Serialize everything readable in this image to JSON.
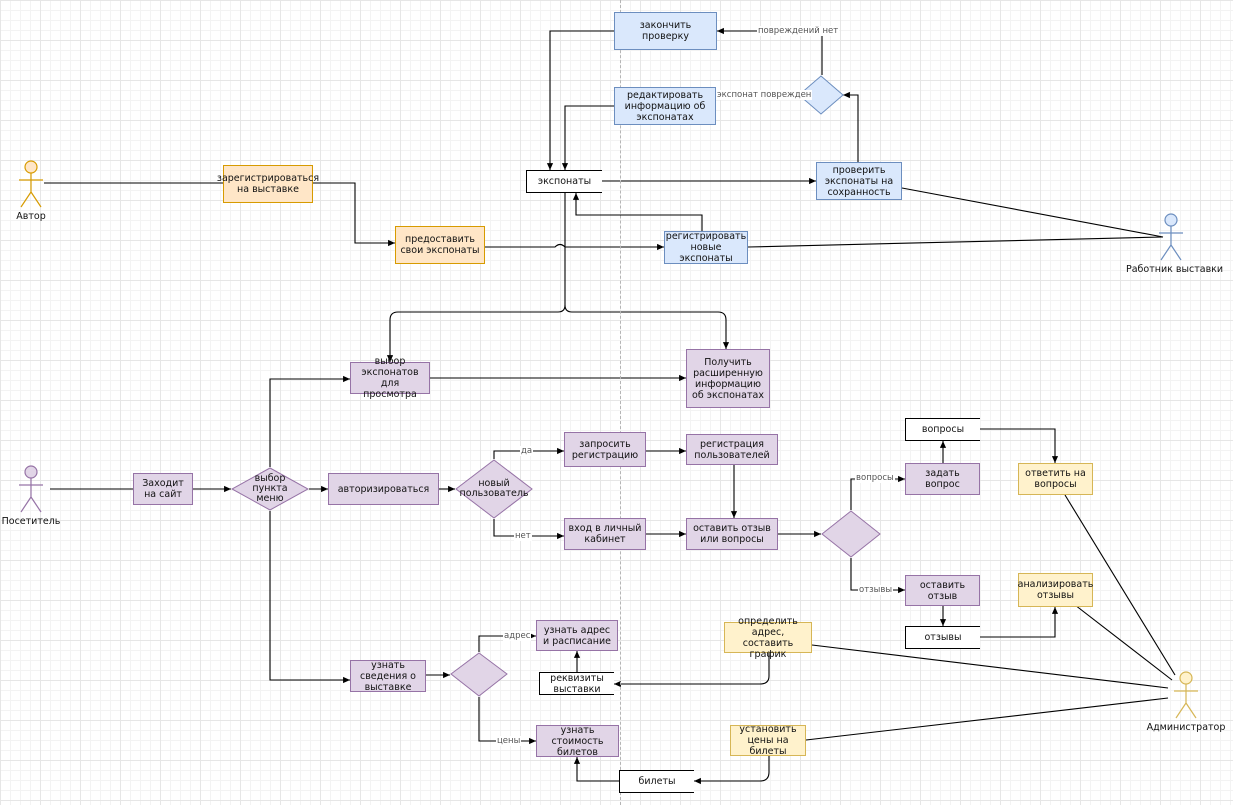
{
  "actors": {
    "author": "Автор",
    "visitor": "Посетитель",
    "worker": "Работник выставки",
    "admin": "Администратор"
  },
  "nodes": {
    "register_exhibition": "зарегистрироваться на выставке",
    "provide_exhibits": "предоставить свои экспонаты",
    "finish_check": "закончить проверку",
    "edit_info": "редактировать информацию об экспонатах",
    "exhibits_store": "экспонаты",
    "check_exhibits": "проверить экспонаты на сохранность",
    "register_new": "регистрировать новые экспонаты",
    "choose_exhibits": "выбор экспонатов для просмотра",
    "extended_info": "Получить расширенную информацию об экспонатах",
    "enters_site": "Заходит на сайт",
    "menu_choice": "выбор пункта меню",
    "authorize": "авторизироваться",
    "new_user": "новый пользователь",
    "request_registration": "запросить регистрацию",
    "user_registration": "регистрация пользователей",
    "login_cabinet": "вход в личный кабинет",
    "leave_review_or_question": "оставить отзыв или вопросы",
    "questions_store": "вопросы",
    "ask_question": "задать вопрос",
    "answer_questions": "ответить на вопросы",
    "leave_review": "оставить отзыв",
    "reviews_store": "отзывы",
    "analyze_reviews": "анализировать отзывы",
    "exhibition_info": "узнать сведения о выставке",
    "address_schedule": "узнать адрес и расписание",
    "details_store": "реквизиты выставки",
    "define_address": "определить адрес, составить график",
    "ticket_price": "узнать стоимость билетов",
    "set_prices": "установить цены на билеты",
    "tickets_store": "билеты"
  },
  "edge_labels": {
    "no_damage": "повреждений нет",
    "damaged": "экспонат поврежден",
    "yes": "да",
    "no": "нет",
    "questions": "вопросы",
    "reviews": "отзывы",
    "address": "адрес",
    "prices": "цены"
  },
  "colors": {
    "orange_fill": "#ffe6c7",
    "blue_fill": "#dae8fc",
    "purple_fill": "#e1d5e7",
    "yellow_fill": "#fff2cc"
  }
}
